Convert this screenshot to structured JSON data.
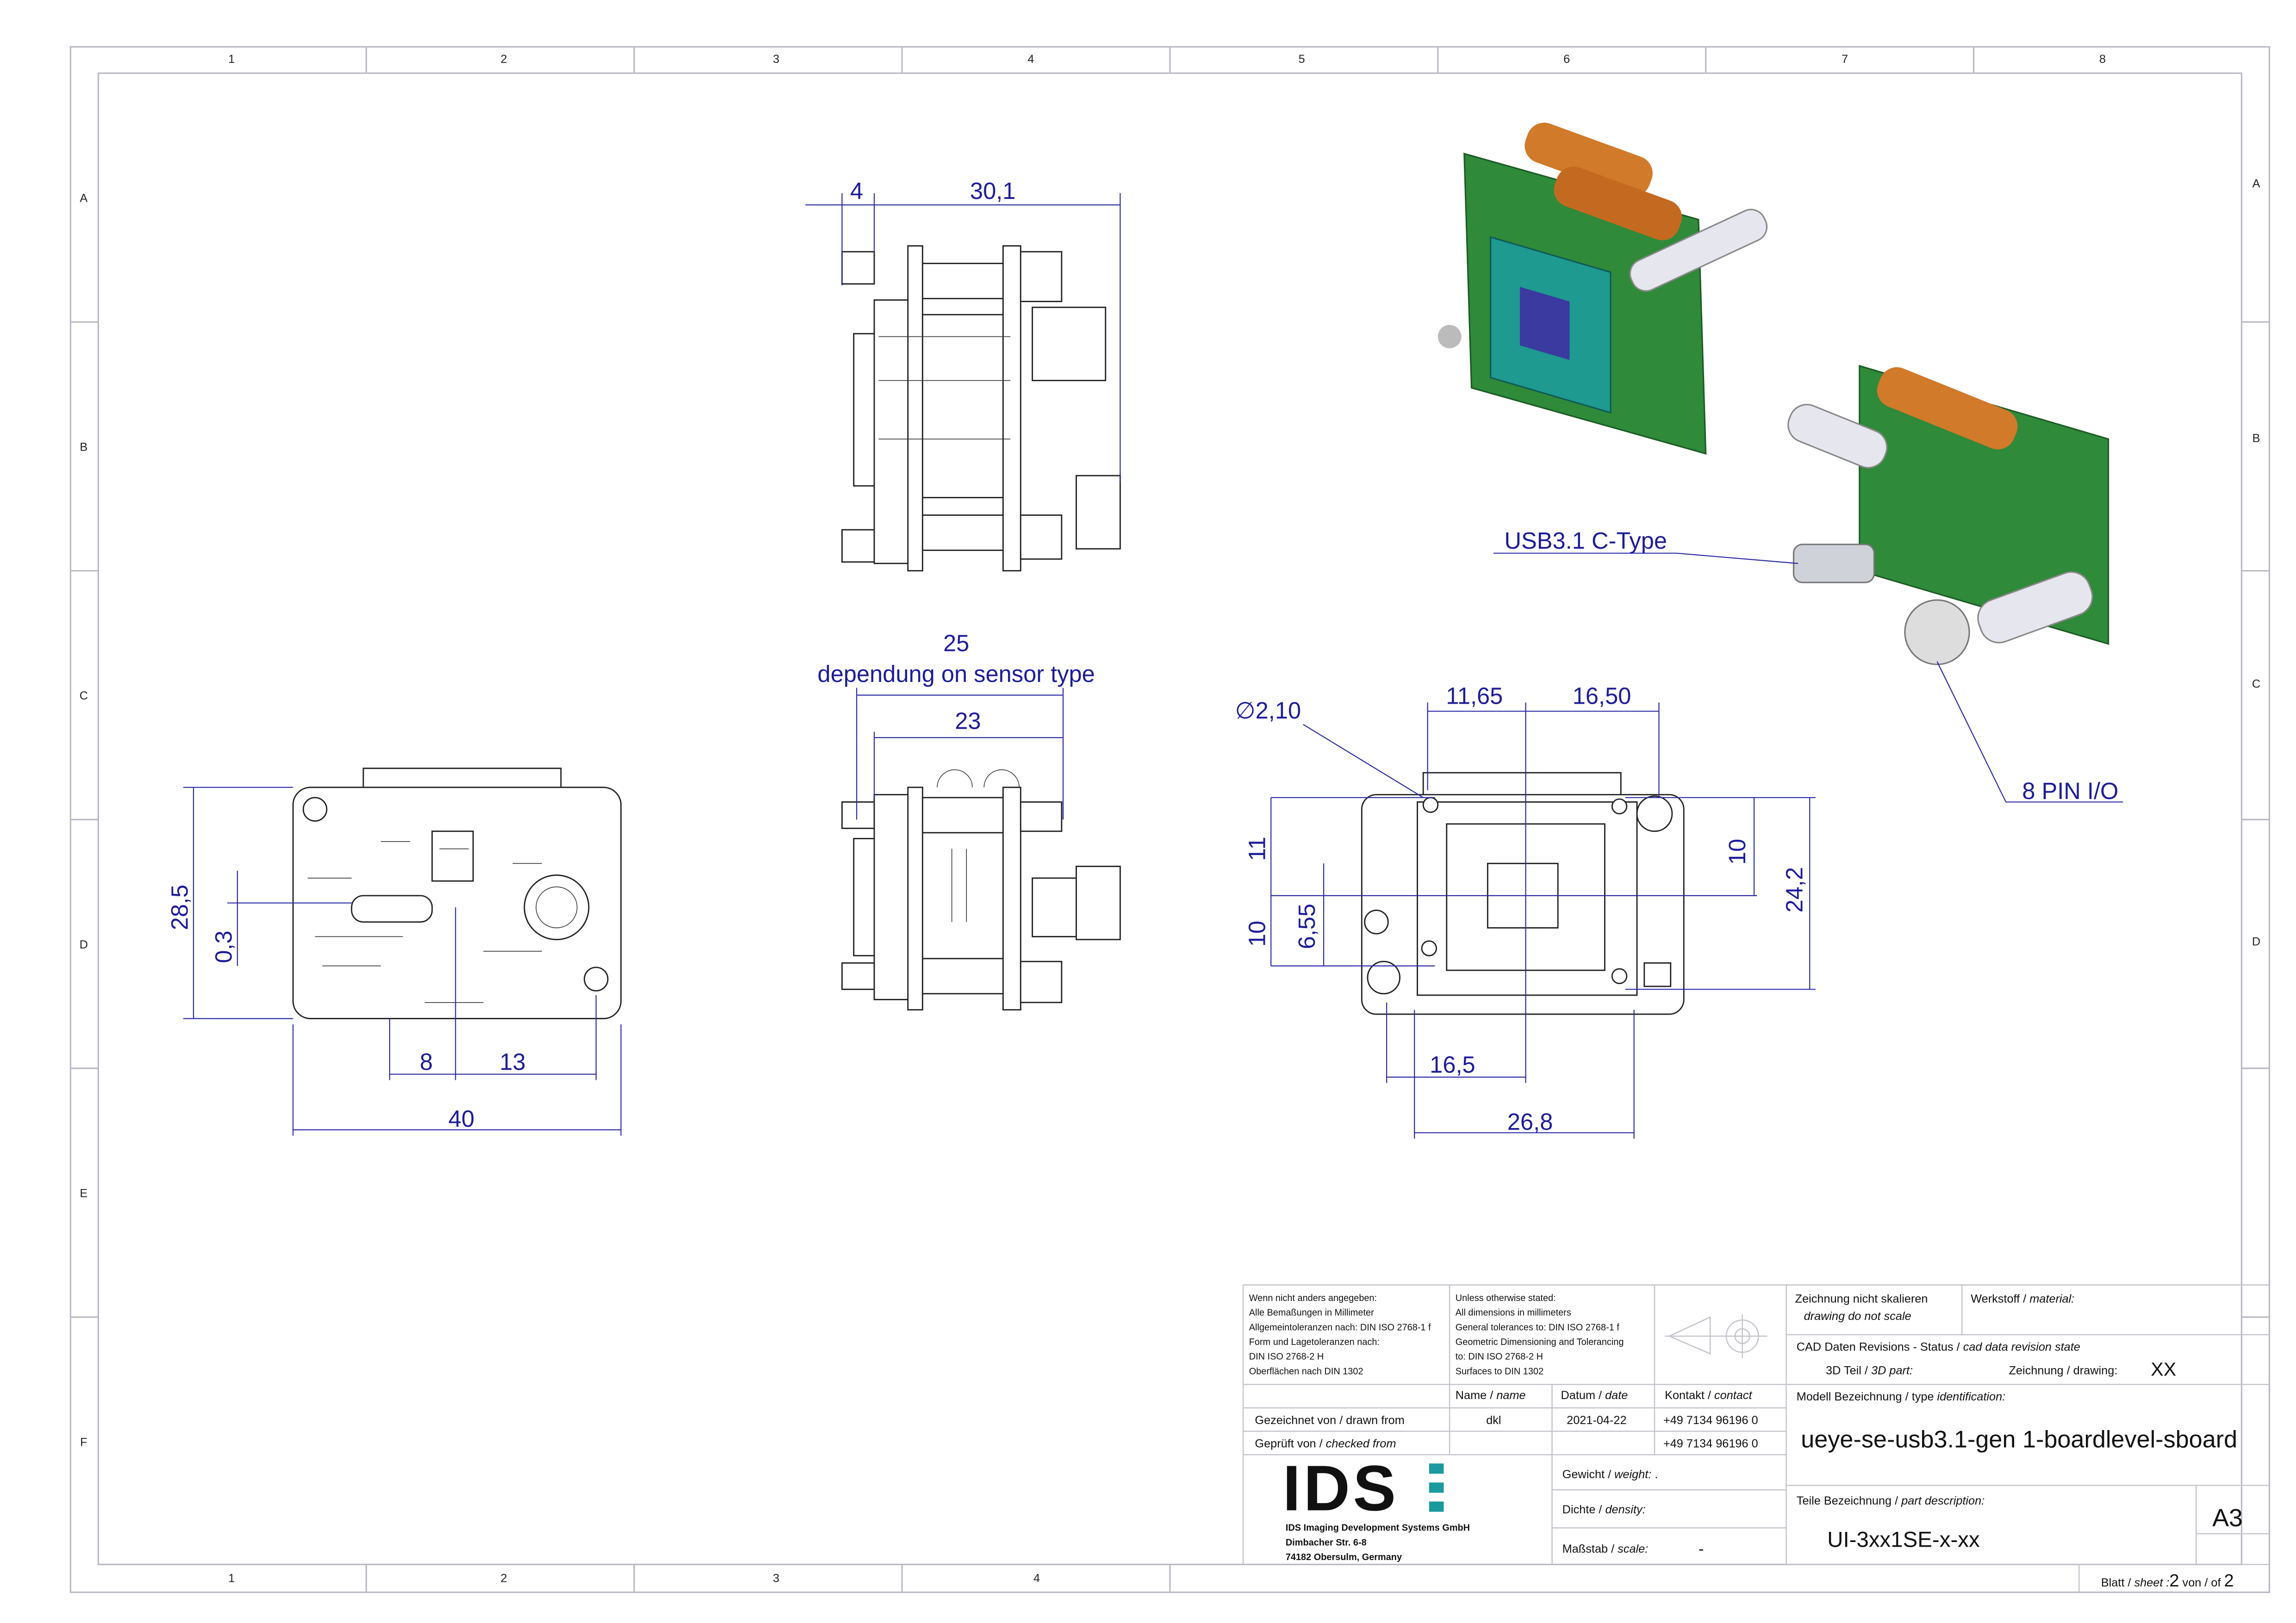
{
  "sheet": {
    "columns": [
      "1",
      "2",
      "3",
      "4",
      "5",
      "6",
      "7",
      "8"
    ],
    "bottom_columns": [
      "1",
      "2",
      "3",
      "4"
    ],
    "rows": [
      "A",
      "B",
      "C",
      "D",
      "E",
      "F"
    ]
  },
  "dimensions": {
    "side_top": {
      "a": "4",
      "b": "30,1"
    },
    "side_mid": {
      "note_value": "25",
      "note_text": "dependung on sensor type",
      "width": "23"
    },
    "front_left": {
      "height": "28,5",
      "offset": "0,3",
      "d1": "8",
      "d2": "13",
      "width": "40"
    },
    "front_right": {
      "hole": "∅2,10",
      "x1": "11,65",
      "x2": "16,50",
      "h1": "11",
      "h2": "10",
      "h3": "6,55",
      "h4": "10",
      "height": "24,2",
      "x3": "16,5",
      "width": "26,8"
    }
  },
  "callouts": {
    "usb": "USB3.1 C-Type",
    "io": "8 PIN I/O"
  },
  "title_block": {
    "de_notes": [
      "Wenn nicht anders angegeben:",
      "Alle Bemaßungen in Millimeter",
      "Allgemeintoleranzen nach: DIN ISO 2768-1 f",
      "Form und Lagetoleranzen nach:",
      "DIN ISO 2768-2 H",
      "Oberflächen nach DIN 1302"
    ],
    "en_notes": [
      "Unless otherwise stated:",
      "All dimensions in millimeters",
      "General tolerances to: DIN ISO 2768-1 f",
      "Geometric Dimensioning and Tolerancing",
      "to: DIN ISO 2768-2 H",
      "Surfaces to DIN 1302"
    ],
    "no_scale": "Zeichnung nicht skalieren",
    "no_scale_en": "drawing do not scale",
    "material": "Werkstoff / ",
    "material_en": "material:",
    "cad_status": "CAD Daten Revisions - Status / ",
    "cad_status_en": "cad data revision state",
    "part3d": "3D Teil / ",
    "part3d_en": "3D part:",
    "drawing": "Zeichnung / drawing:",
    "drawing_value": "XX",
    "name_h": "Name / ",
    "name_h_en": "name",
    "date_h": "Datum / ",
    "date_h_en": "date",
    "contact_h": "Kontakt / ",
    "contact_h_en": "contact",
    "drawn": "Gezeichnet von / drawn from",
    "drawn_name": "dkl",
    "drawn_date": "2021-04-22",
    "drawn_contact": "+49 7134 96196 0",
    "checked": "Geprüft von / ",
    "checked_en": "checked from",
    "checked_contact": "+49 7134 96196 0",
    "logo": "IDS",
    "company": "IDS Imaging Development Systems GmbH",
    "street": "Dimbacher Str. 6-8",
    "city": "74182 Obersulm, Germany",
    "weight": "Gewicht / ",
    "weight_en": "weight:",
    "weight_value": ".",
    "density": "Dichte / ",
    "density_en": "density:",
    "scale": "Maßstab / ",
    "scale_en": "scale:",
    "scale_value": "-",
    "type_id": "Modell Bezeichnung / type ",
    "type_id_en": "identification:",
    "type_value": "ueye-se-usb3.1-gen 1-boardlevel-sboard",
    "part_desc": "Teile Bezeichnung / ",
    "part_desc_en": "part description:",
    "part_value": "UI-3xx1SE-x-xx",
    "format": "A3",
    "sheet_label": "Blatt / ",
    "sheet_label_en": "sheet :",
    "sheet_num": "2",
    "sheet_of": " von / of ",
    "sheet_total": "2"
  },
  "colors": {
    "dimension": "#1c1c9a",
    "pcb": "#2f8a3a",
    "cap": "#d07a2a",
    "sensor": "#1e9a90",
    "logo_accent": "#1a9a9f"
  }
}
